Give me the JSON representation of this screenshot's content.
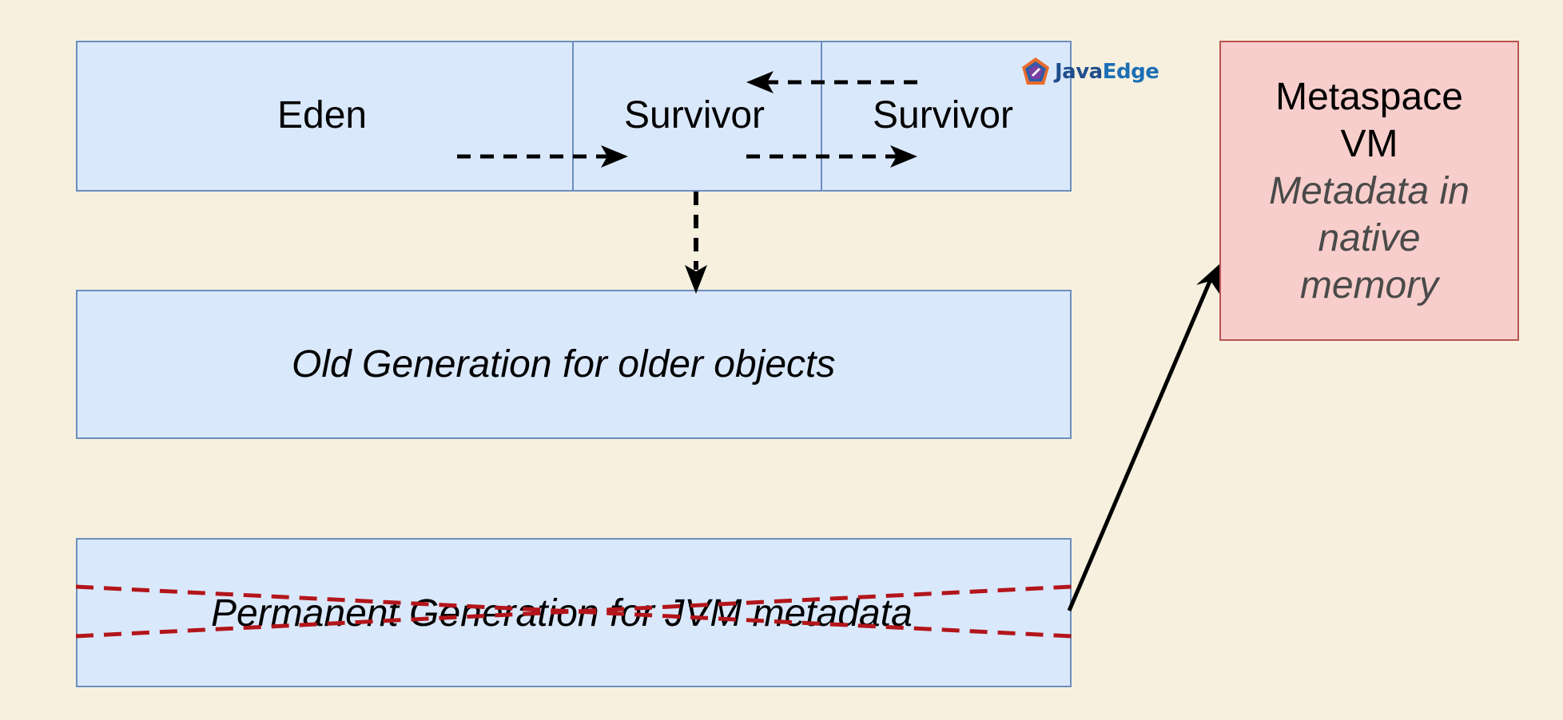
{
  "boxes": {
    "eden": "Eden",
    "survivor_from": "Survivor",
    "survivor_to": "Survivor",
    "old_generation": "Old Generation for older objects",
    "permanent_generation": "Permanent Generation for JVM metadata"
  },
  "metaspace": {
    "title_line1": "Metaspace",
    "title_line2": "VM",
    "subtitle": "Metadata in native memory"
  },
  "logo": {
    "text_java": "Java",
    "text_edge": "Edge"
  },
  "colors": {
    "background": "#f7f0df",
    "generation_fill": "#dae8fb",
    "generation_border": "#6c8ebf",
    "metaspace_fill": "#f8cecc",
    "metaspace_border": "#b85450",
    "strike_lines": "#b3151a"
  }
}
